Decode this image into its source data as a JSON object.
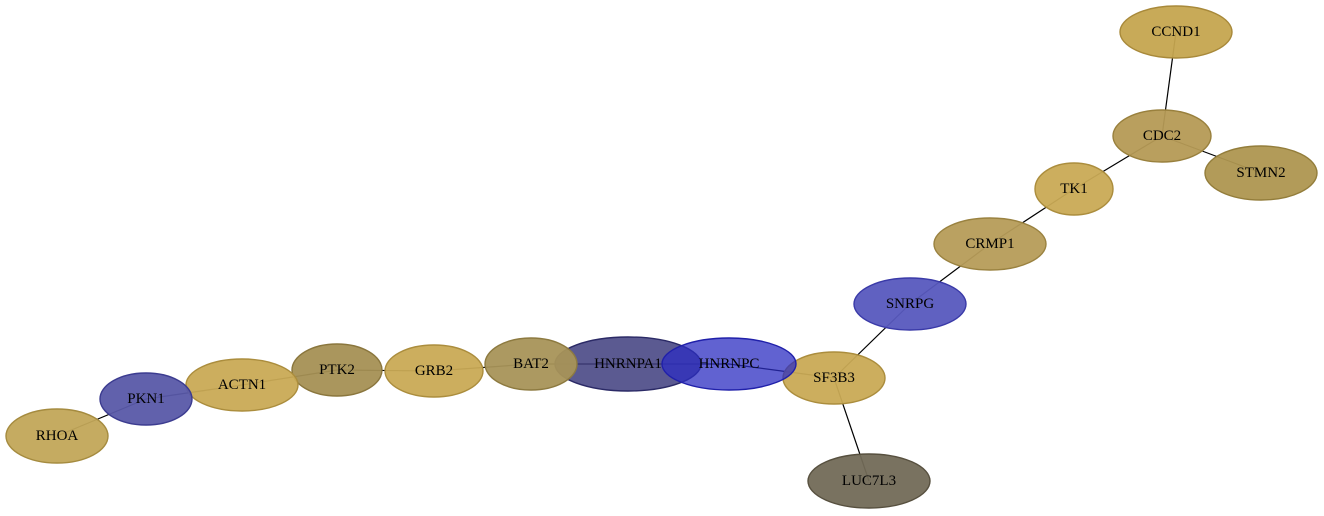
{
  "nodes": [
    {
      "id": "CCND1",
      "label": "CCND1",
      "fill": "#c5a54f",
      "stroke": "#a8893a",
      "opacity": 0.95
    },
    {
      "id": "CDC2",
      "label": "CDC2",
      "fill": "#b59a55",
      "stroke": "#99803d",
      "opacity": 0.95
    },
    {
      "id": "STMN2",
      "label": "STMN2",
      "fill": "#ae9650",
      "stroke": "#937d3b",
      "opacity": 0.95
    },
    {
      "id": "TK1",
      "label": "TK1",
      "fill": "#c9aa55",
      "stroke": "#ab8d3d",
      "opacity": 0.95
    },
    {
      "id": "CRMP1",
      "label": "CRMP1",
      "fill": "#b69c58",
      "stroke": "#9a8240",
      "opacity": 0.95
    },
    {
      "id": "SNRPG",
      "label": "SNRPG",
      "fill": "#5758be",
      "stroke": "#3a3aa8",
      "opacity": 0.95
    },
    {
      "id": "SF3B3",
      "label": "SF3B3",
      "fill": "#c9aa55",
      "stroke": "#ab8d3d",
      "opacity": 0.95
    },
    {
      "id": "LUC7L3",
      "label": "LUC7L3",
      "fill": "#726a57",
      "stroke": "#57503f",
      "opacity": 0.95
    },
    {
      "id": "HNRNPA1",
      "label": "HNRNPA1",
      "fill": "#3e3d7e",
      "stroke": "#2b2a66",
      "opacity": 0.85
    },
    {
      "id": "HNRNPC",
      "label": "HNRNPC",
      "fill": "#2c2dc2",
      "stroke": "#2020aa",
      "opacity": 0.75
    },
    {
      "id": "BAT2",
      "label": "BAT2",
      "fill": "#a89458",
      "stroke": "#8d7a40",
      "opacity": 0.95
    },
    {
      "id": "GRB2",
      "label": "GRB2",
      "fill": "#c9aa55",
      "stroke": "#ab8d3d",
      "opacity": 0.95
    },
    {
      "id": "PTK2",
      "label": "PTK2",
      "fill": "#a59054",
      "stroke": "#8a763d",
      "opacity": 0.95
    },
    {
      "id": "ACTN1",
      "label": "ACTN1",
      "fill": "#c9aa55",
      "stroke": "#ab8d3d",
      "opacity": 0.95
    },
    {
      "id": "PKN1",
      "label": "PKN1",
      "fill": "#5959a8",
      "stroke": "#3c3c90",
      "opacity": 0.95
    },
    {
      "id": "RHOA",
      "label": "RHOA",
      "fill": "#c2a658",
      "stroke": "#a58b3f",
      "opacity": 0.95
    }
  ],
  "edges": [
    {
      "source": "CCND1",
      "target": "CDC2"
    },
    {
      "source": "CDC2",
      "target": "STMN2"
    },
    {
      "source": "CDC2",
      "target": "TK1"
    },
    {
      "source": "TK1",
      "target": "CRMP1"
    },
    {
      "source": "CRMP1",
      "target": "SNRPG"
    },
    {
      "source": "SNRPG",
      "target": "SF3B3"
    },
    {
      "source": "SF3B3",
      "target": "LUC7L3"
    },
    {
      "source": "SF3B3",
      "target": "HNRNPC"
    },
    {
      "source": "HNRNPC",
      "target": "HNRNPA1"
    },
    {
      "source": "HNRNPA1",
      "target": "BAT2"
    },
    {
      "source": "BAT2",
      "target": "GRB2"
    },
    {
      "source": "GRB2",
      "target": "PTK2"
    },
    {
      "source": "PTK2",
      "target": "ACTN1"
    },
    {
      "source": "ACTN1",
      "target": "PKN1"
    },
    {
      "source": "PKN1",
      "target": "RHOA"
    }
  ]
}
